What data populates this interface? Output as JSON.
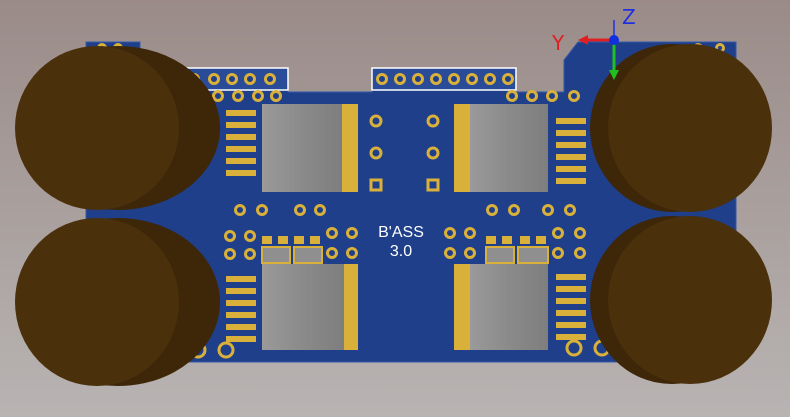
{
  "board": {
    "silkscreen_line1": "B'ASS",
    "silkscreen_line2": "3.0",
    "substrate_color": "#1f3f8a",
    "pad_gold_color": "#d9b13a",
    "inductor_color": "#8f8f8f",
    "capacitor_color": "#4a300b"
  },
  "axes": {
    "x_label": "Y",
    "z_label": "Z",
    "x_color": "#e02020",
    "y_color": "#20c020",
    "z_color": "#2030e0"
  },
  "background_color": "#9c8f8c"
}
